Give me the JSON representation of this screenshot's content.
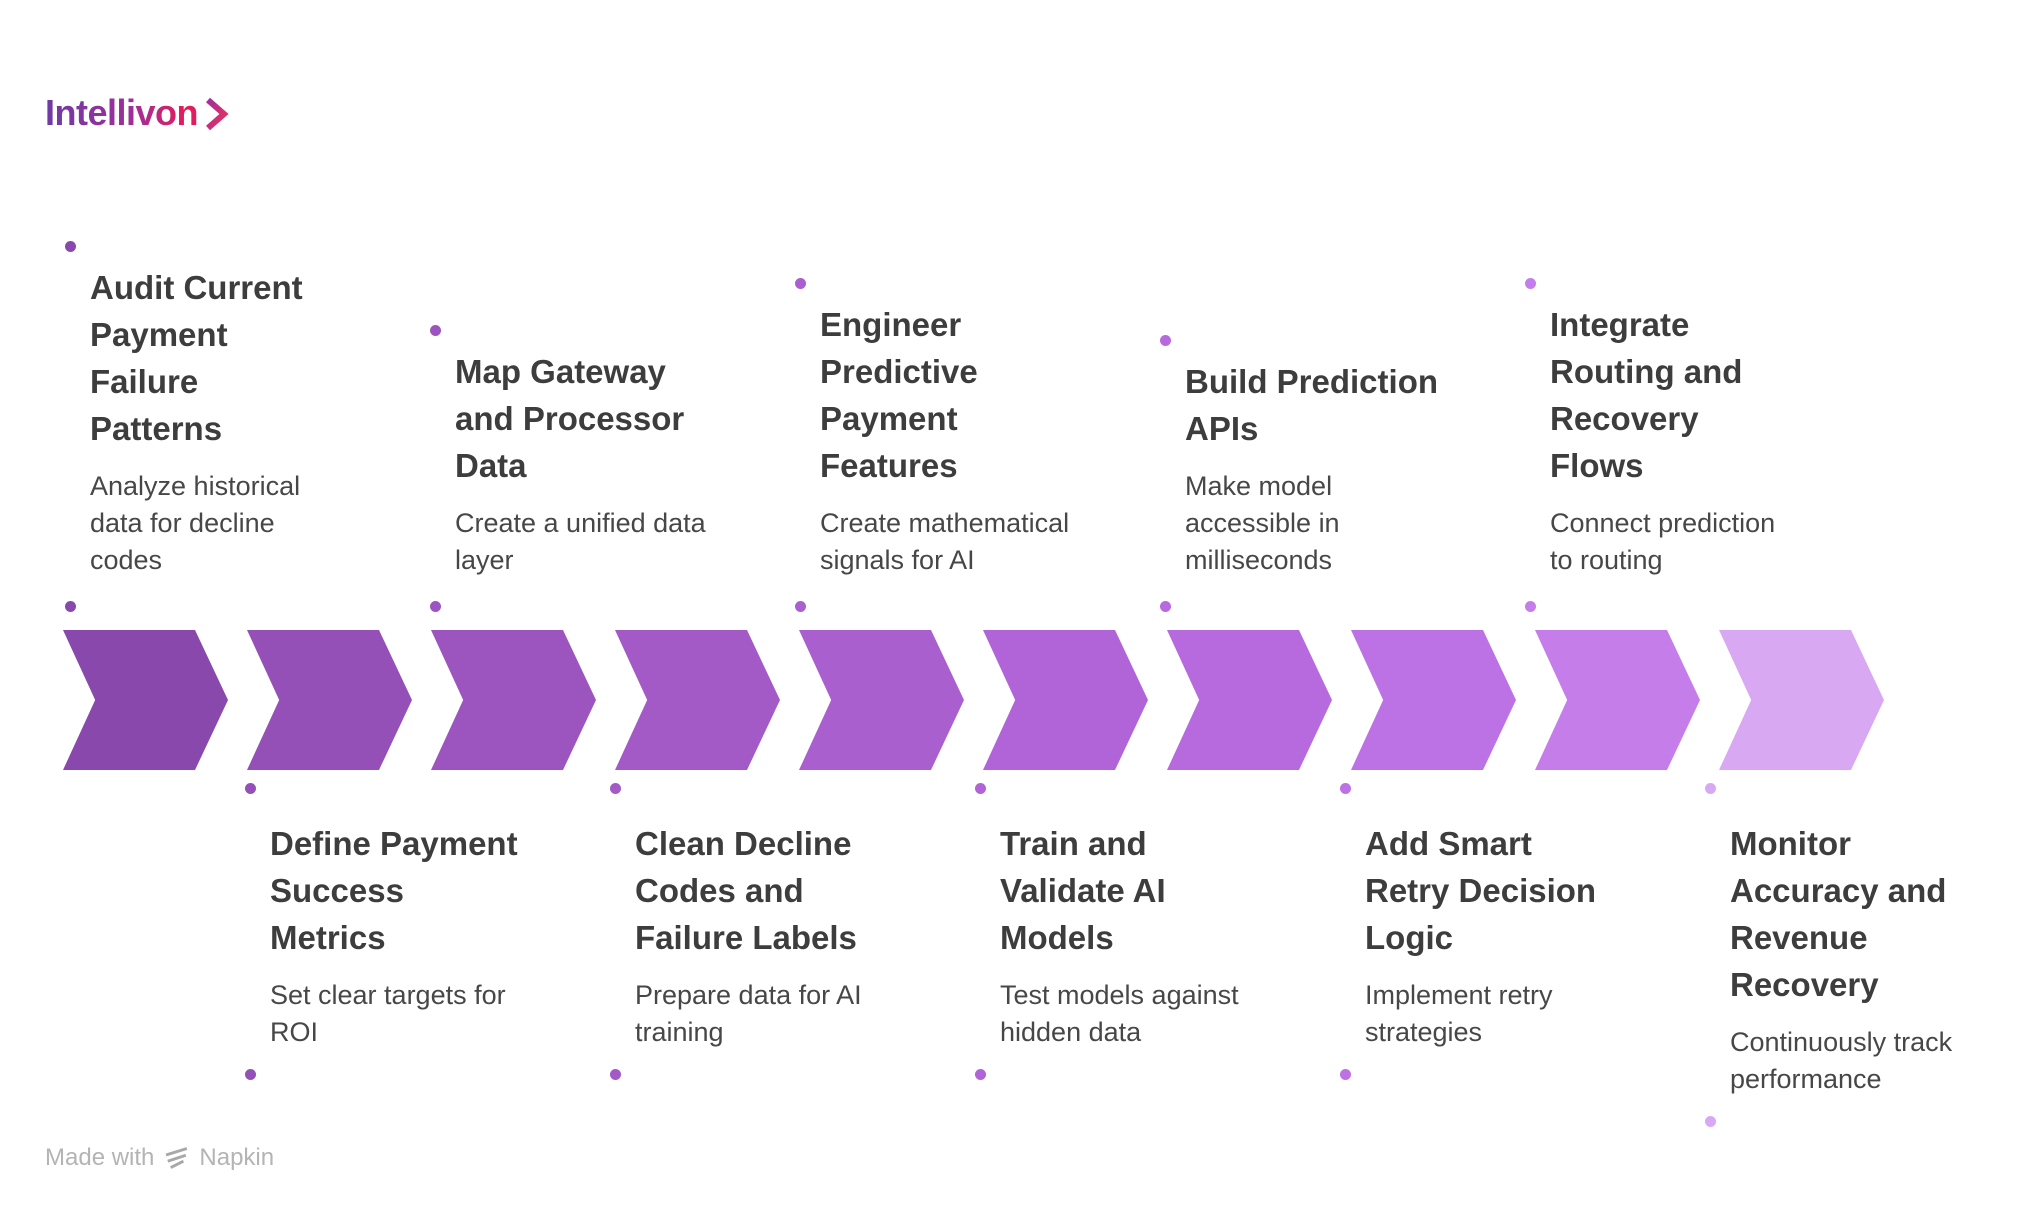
{
  "logo": {
    "text": "Intellivon",
    "gradient_start": "#6F3AA4",
    "gradient_end": "#E01E5E"
  },
  "footer": {
    "prefix": "Made with",
    "brand": "Napkin"
  },
  "flow": {
    "type": "horizontal-chevron-process",
    "direction": "left-to-right",
    "steps": [
      {
        "position": "top",
        "color": "#8948AB",
        "title": "Audit Current Payment Failure Patterns",
        "title_lines": [
          "Audit Current",
          "Payment",
          "Failure",
          "Patterns"
        ],
        "description": "Analyze historical data for decline codes",
        "description_lines": [
          "Analyze historical",
          "data for decline",
          "codes"
        ]
      },
      {
        "position": "bottom",
        "color": "#9450B7",
        "title": "Define Payment Success Metrics",
        "title_lines": [
          "Define Payment",
          "Success",
          "Metrics"
        ],
        "description": "Set clear targets for ROI",
        "description_lines": [
          "Set clear targets for",
          "ROI"
        ]
      },
      {
        "position": "top",
        "color": "#9C55BF",
        "title": "Map Gateway and Processor Data",
        "title_lines": [
          "Map Gateway",
          "and Processor",
          "Data"
        ],
        "description": "Create a unified data layer",
        "description_lines": [
          "Create a unified data",
          "layer"
        ]
      },
      {
        "position": "bottom",
        "color": "#A35AC7",
        "title": "Clean Decline Codes and Failure Labels",
        "title_lines": [
          "Clean Decline",
          "Codes and",
          "Failure Labels"
        ],
        "description": "Prepare data for AI training",
        "description_lines": [
          "Prepare data for AI",
          "training"
        ]
      },
      {
        "position": "top",
        "color": "#AA5FCF",
        "title": "Engineer Predictive Payment Features",
        "title_lines": [
          "Engineer",
          "Predictive",
          "Payment",
          "Features"
        ],
        "description": "Create mathematical signals for AI",
        "description_lines": [
          "Create mathematical",
          "signals for AI"
        ]
      },
      {
        "position": "bottom",
        "color": "#B064D7",
        "title": "Train and Validate AI Models",
        "title_lines": [
          "Train and",
          "Validate AI",
          "Models"
        ],
        "description": "Test models against hidden data",
        "description_lines": [
          "Test models against",
          "hidden data"
        ]
      },
      {
        "position": "top",
        "color": "#B66ADE",
        "title": "Build Prediction APIs",
        "title_lines": [
          "Build Prediction",
          "APIs"
        ],
        "description": "Make model accessible in milliseconds",
        "description_lines": [
          "Make model",
          "accessible in",
          "milliseconds"
        ]
      },
      {
        "position": "bottom",
        "color": "#BC71E4",
        "title": "Add Smart Retry Decision Logic",
        "title_lines": [
          "Add Smart",
          "Retry Decision",
          "Logic"
        ],
        "description": "Implement retry strategies",
        "description_lines": [
          "Implement retry",
          "strategies"
        ]
      },
      {
        "position": "top",
        "color": "#C57EE9",
        "title": "Integrate Routing and Recovery Flows",
        "title_lines": [
          "Integrate",
          "Routing and",
          "Recovery",
          "Flows"
        ],
        "description": "Connect prediction to routing",
        "description_lines": [
          "Connect prediction",
          "to routing"
        ]
      },
      {
        "position": "bottom",
        "color": "#D9A8F2",
        "title": "Monitor Accuracy and Revenue Recovery",
        "title_lines": [
          "Monitor",
          "Accuracy and",
          "Revenue",
          "Recovery"
        ],
        "description": "Continuously track performance",
        "description_lines": [
          "Continuously track",
          "performance"
        ]
      }
    ]
  }
}
